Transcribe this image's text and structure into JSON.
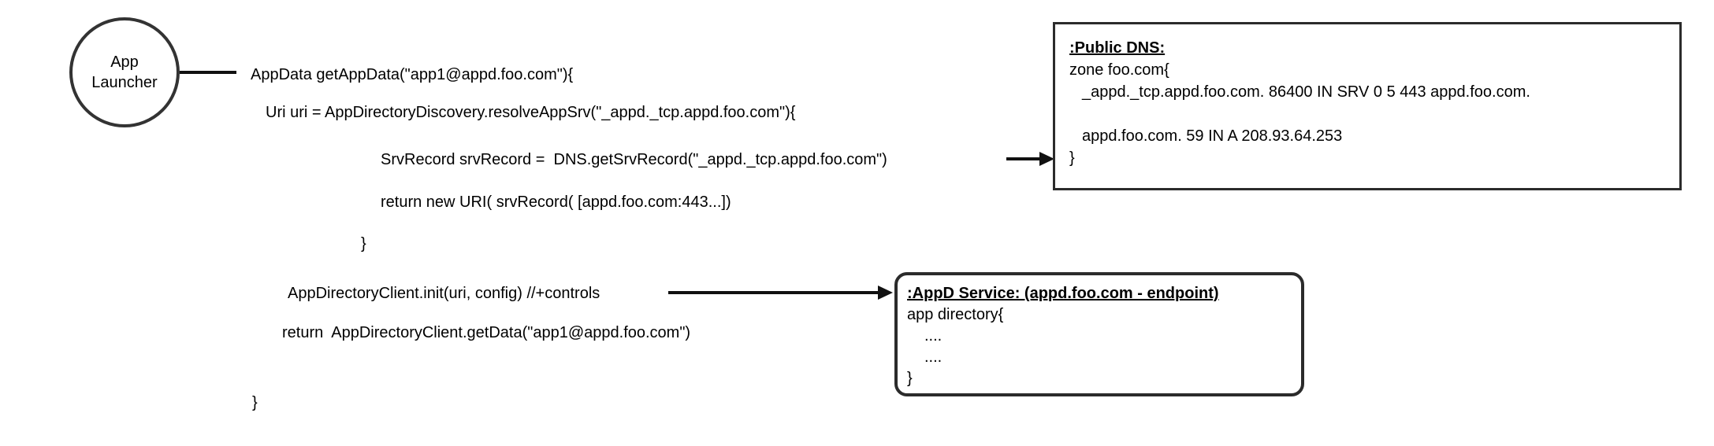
{
  "diagram": {
    "launcher": {
      "label_line1": "App",
      "label_line2": "Launcher"
    },
    "code": {
      "lines": [
        "AppData getAppData(\"app1@appd.foo.com\"){",
        "Uri uri = AppDirectoryDiscovery.resolveAppSrv(\"_appd._tcp.appd.foo.com\"){",
        "SrvRecord srvRecord =  DNS.getSrvRecord(\"_appd._tcp.appd.foo.com\")",
        "return new URI( srvRecord( [appd.foo.com:443...])",
        "}",
        "AppDirectoryClient.init(uri, config) //+controls",
        "return  AppDirectoryClient.getData(\"app1@appd.foo.com\")",
        "}"
      ]
    },
    "dns_box": {
      "title": ":Public DNS:",
      "lines": [
        "zone foo.com{",
        "_appd._tcp.appd.foo.com. 86400 IN SRV 0 5 443 appd.foo.com.",
        "",
        "appd.foo.com. 59 IN A 208.93.64.253",
        "}"
      ]
    },
    "appd_box": {
      "title": ":AppD Service: (appd.foo.com - endpoint)",
      "lines": [
        "app directory{",
        "....",
        "....",
        "}"
      ]
    },
    "colors": {
      "ink": "#111111",
      "border": "#333333",
      "background": "#ffffff"
    }
  }
}
